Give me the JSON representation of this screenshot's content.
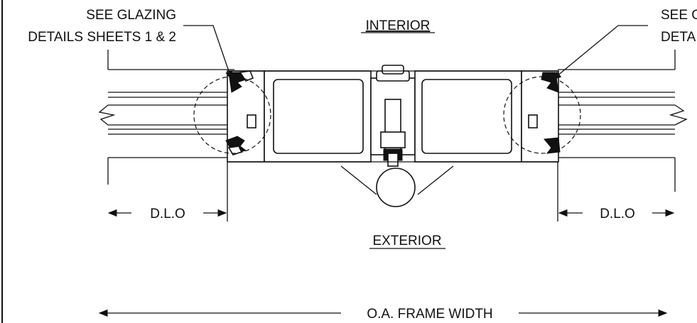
{
  "labels": {
    "callout_left_line1": "SEE GLAZING",
    "callout_left_line2": "DETAILS SHEETS 1 & 2",
    "callout_right_line1": "SEE G",
    "callout_right_line2": "DETA",
    "interior": "INTERIOR",
    "exterior": "EXTERIOR",
    "dlo_left": "D.L.O",
    "dlo_right": "D.L.O",
    "frame_width": "O.A. FRAME WIDTH"
  }
}
